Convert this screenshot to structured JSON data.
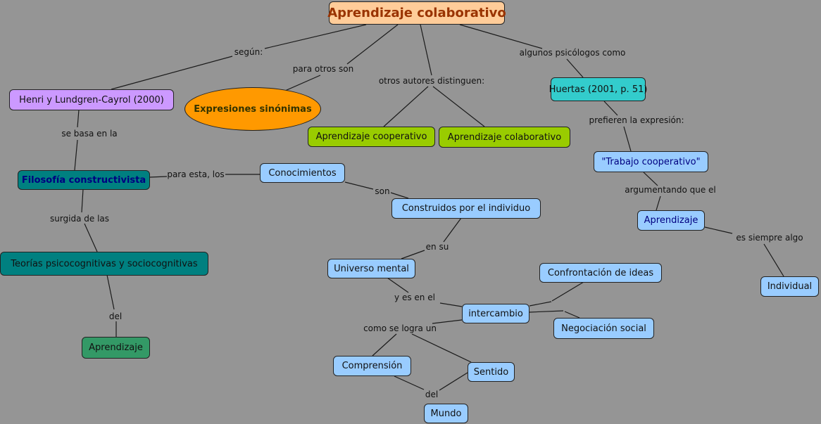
{
  "concepts": {
    "root": "Aprendizaje colaborativo",
    "henri": "Henri y Lundgren-Cayrol (2000)",
    "sinonimas": "Expresiones sinónimas",
    "cooperativo": "Aprendizaje cooperativo",
    "colaborativo": "Aprendizaje colaborativo",
    "huertas": "Huertas (2001, p. 51)",
    "trabajo": "\"Trabajo cooperativo\"",
    "aprendizaje_right": "Aprendizaje",
    "individual": "Individual",
    "filosofia": "Filosofía constructivista",
    "conocimientos": "Conocimientos",
    "construidos": "Construidos por el individuo",
    "universo": "Universo mental",
    "teorias": "Teorías psicocognitivas y sociocognitivas",
    "aprendizaje_left": "Aprendizaje",
    "confrontacion": "Confrontación de ideas",
    "intercambio": "intercambio",
    "negociacion": "Negociación social",
    "comprension": "Comprensión",
    "sentido": "Sentido",
    "mundo": "Mundo"
  },
  "links": {
    "segun": "según:",
    "para_otros": "para otros son",
    "otros_autores": "otros autores distinguen:",
    "psicologos": "algunos psicólogos como",
    "prefieren": "prefieren la expresión:",
    "argumentando": "argumentando que el",
    "siempre": "es siempre algo",
    "se_basa": "se basa en la",
    "para_esta": "para esta, los",
    "son": "son",
    "en_su": "en su",
    "surgida": "surgida de las",
    "del_1": "del",
    "y_es": "y es en el",
    "como_logra": "como se logra un",
    "del_2": "del"
  },
  "colors": {
    "background": "#959595",
    "root": "#ffcc99",
    "henri": "#cc99ff",
    "sinonimas": "#ff9900",
    "green": "#99cc00",
    "huertas": "#33cccc",
    "blue": "#99ccff",
    "teal": "#008080",
    "dark_green": "#339966"
  }
}
